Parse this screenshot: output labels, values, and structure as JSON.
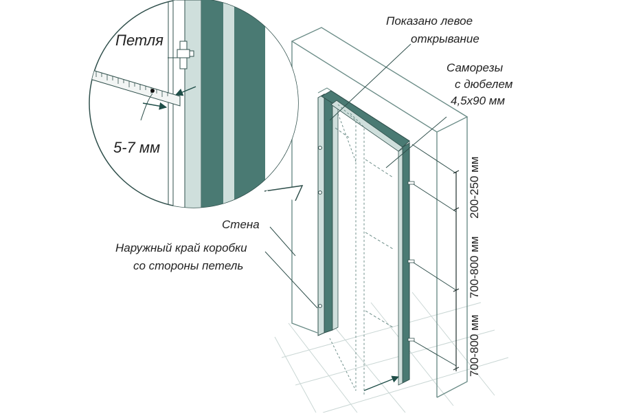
{
  "labels": {
    "hinge": "Петля",
    "gap": "5-7 мм",
    "left_opening_1": "Показано левое",
    "left_opening_2": "открывание",
    "screws_1": "Саморезы",
    "screws_2": "с дюбелем",
    "screws_3": "4,5х90 мм",
    "wall": "Стена",
    "frame_edge_1": "Наружный край коробки",
    "frame_edge_2": "со стороны петель"
  },
  "dimensions": {
    "top": "200-250 мм",
    "middle": "700-800 мм",
    "bottom": "700-800 мм"
  },
  "colors": {
    "frame": "#4a7a73",
    "frame_dark": "#3c6660",
    "light_panel": "#cfdfdc",
    "line": "#2f4f4b",
    "wall_line": "#6c8d88",
    "arrow": "#1f4e48"
  }
}
